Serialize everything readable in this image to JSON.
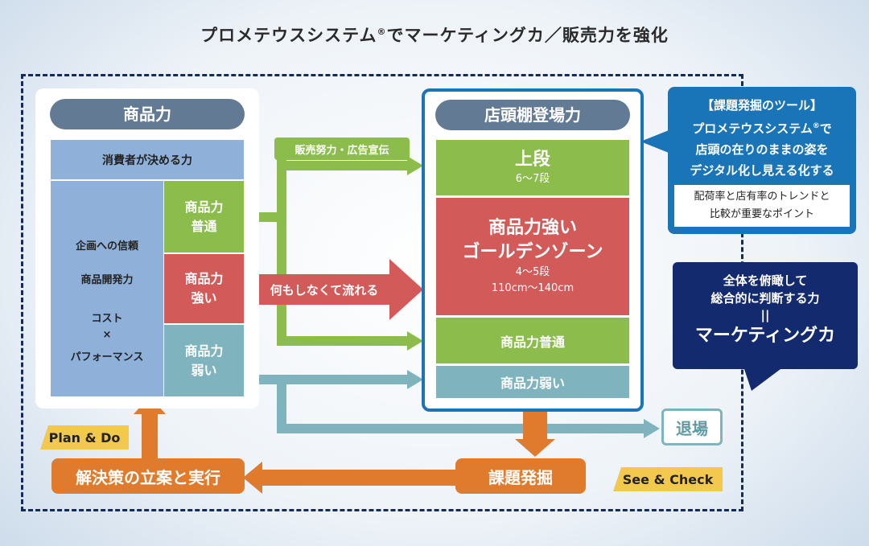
{
  "title": {
    "main": "プロメテウスシステム",
    "reg": "®",
    "rest": "でマーケティングカ／販売力を強化"
  },
  "left_panel": {
    "header": "商品力",
    "consumer_label": "消費者が決める力",
    "factors": [
      "企画への信頼",
      "商品開発力",
      "コスト",
      "×",
      "パフォーマンス"
    ],
    "strength": [
      {
        "line1": "商品力",
        "line2": "普通"
      },
      {
        "line1": "商品力",
        "line2": "強い"
      },
      {
        "line1": "商品力",
        "line2": "弱い"
      }
    ]
  },
  "right_panel": {
    "header": "店頭棚登場力",
    "upper": {
      "title": "上段",
      "sub": "6〜7段"
    },
    "golden": {
      "line1": "商品力強い",
      "line2": "ゴールデンゾーン",
      "sub1": "4〜5段",
      "sub2": "110cm〜140cm"
    },
    "normal": "商品力普通",
    "weak": "商品力弱い"
  },
  "flows": {
    "sales_effort": "販売努力・広告宣伝",
    "natural_flow": "何もしなくて流れる",
    "exit": "退場",
    "issue_discovery": "課題発掘",
    "solution": "解決策の立案と実行"
  },
  "badges": {
    "see_check": "See & Check",
    "plan_do": "Plan & Do"
  },
  "callout_tool": {
    "line1": "【課題発掘のツール】",
    "line2a": "プロメテウスシステム",
    "reg": "®",
    "line2b": "で",
    "line3": "店頭の在りのままの姿を",
    "line4": "デジタル化し見える化する",
    "note_line1": "配荷率と店有率のトレンドと",
    "note_line2": "比較が重要なポイント"
  },
  "callout_marketing": {
    "line1": "全体を俯瞰して",
    "line2": "総合的に判断する力",
    "equals": "||",
    "line3": "マーケティングカ"
  },
  "colors": {
    "green": "#8bbc4c",
    "red": "#d25a59",
    "teal": "#7fb3bd",
    "orange": "#e07b2d",
    "navy": "#142a6e",
    "blue": "#1a74b8",
    "slate": "#637a95",
    "light_blue": "#8fb1d9"
  }
}
